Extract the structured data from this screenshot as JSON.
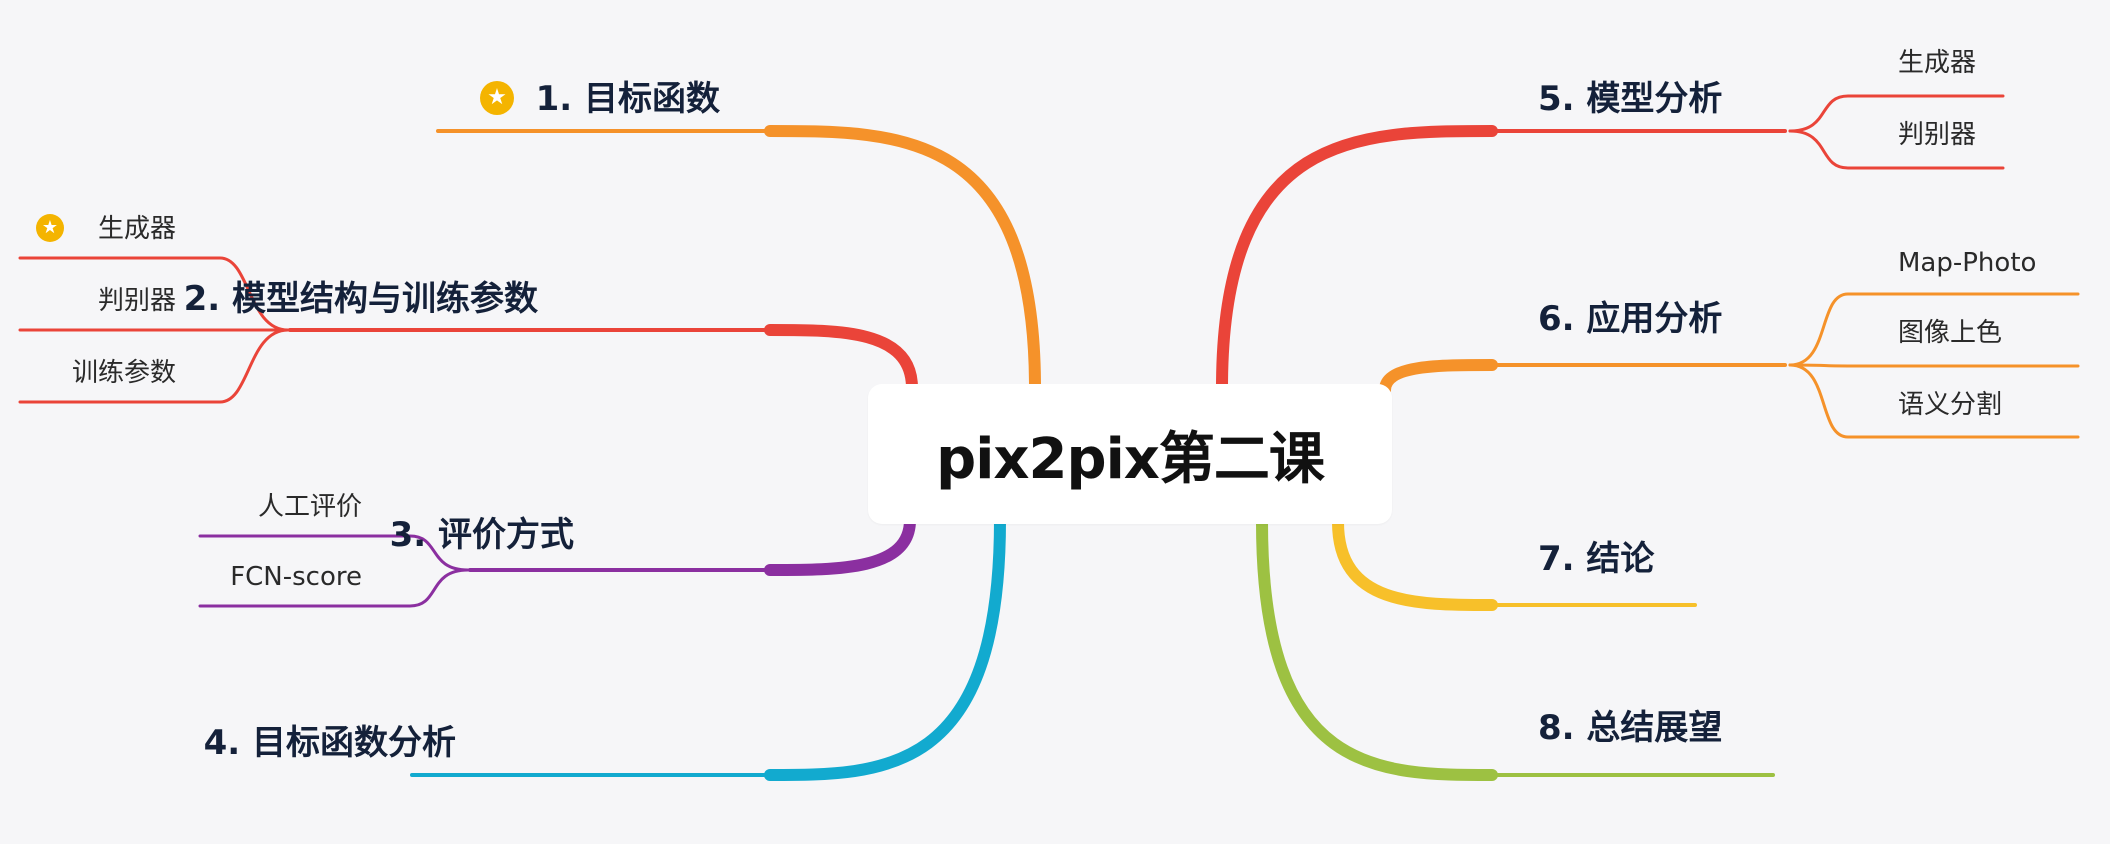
{
  "center": {
    "title": "pix2pix第二课"
  },
  "colors": {
    "orange": "#f5922a",
    "red": "#ea4439",
    "purple": "#8b2fa0",
    "cyan": "#12aacf",
    "yellow": "#f7c02a",
    "green": "#9dc142",
    "star": "#f4b400",
    "background": "#f6f6f8"
  },
  "branches": [
    {
      "label": "1. 目标函数",
      "starred": true,
      "leaves": []
    },
    {
      "label": "2. 模型结构与训练参数",
      "starred": false,
      "leaves": [
        {
          "label": "生成器",
          "starred": true
        },
        {
          "label": "判别器",
          "starred": false
        },
        {
          "label": "训练参数",
          "starred": false
        }
      ]
    },
    {
      "label": "3. 评价方式",
      "starred": false,
      "leaves": [
        {
          "label": "人工评价",
          "starred": false
        },
        {
          "label": "FCN-score",
          "starred": false
        }
      ]
    },
    {
      "label": "4. 目标函数分析",
      "starred": false,
      "leaves": []
    },
    {
      "label": "5. 模型分析",
      "starred": false,
      "leaves": [
        {
          "label": "生成器",
          "starred": false
        },
        {
          "label": "判别器",
          "starred": false
        }
      ]
    },
    {
      "label": "6. 应用分析",
      "starred": false,
      "leaves": [
        {
          "label": "Map-Photo",
          "starred": false
        },
        {
          "label": "图像上色",
          "starred": false
        },
        {
          "label": "语义分割",
          "starred": false
        }
      ]
    },
    {
      "label": "7. 结论",
      "starred": false,
      "leaves": []
    },
    {
      "label": "8. 总结展望",
      "starred": false,
      "leaves": []
    }
  ],
  "icons": {
    "star": "star-icon"
  }
}
